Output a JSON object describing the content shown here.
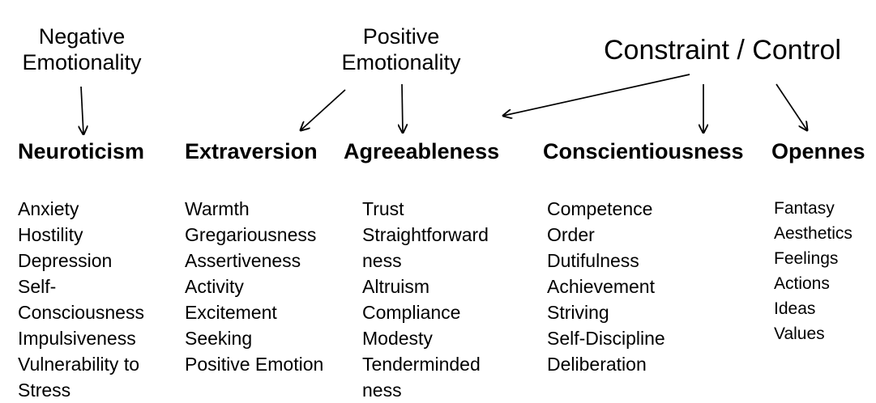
{
  "diagram": {
    "title": "Five Factor Model hierarchy",
    "background_color": "#ffffff",
    "text_color": "#000000"
  },
  "superfactors": [
    {
      "id": "negative-emotionality",
      "label": "Negative\nEmotionality"
    },
    {
      "id": "positive-emotionality",
      "label": "Positive\nEmotionality"
    },
    {
      "id": "constraint-control",
      "label": "Constraint / Control"
    }
  ],
  "domains": [
    {
      "id": "neuroticism",
      "header": "Neuroticism",
      "facets": [
        "Anxiety",
        "Hostility",
        "Depression",
        "Self-\nConsciousness",
        "Impulsiveness",
        "Vulnerability to\nStress"
      ]
    },
    {
      "id": "extraversion",
      "header": "Extraversion",
      "facets": [
        "Warmth",
        "Gregariousness",
        "Assertiveness",
        "Activity",
        "Excitement\nSeeking",
        "Positive Emotion"
      ]
    },
    {
      "id": "agreeableness",
      "header": "Agreeableness",
      "facets": [
        "Trust",
        "Straightforward\nness",
        "Altruism",
        "Compliance",
        "Modesty",
        "Tenderminded\nness"
      ]
    },
    {
      "id": "conscientiousness",
      "header": "Conscientiousness",
      "facets": [
        "Competence",
        "Order",
        "Dutifulness",
        "Achievement\nStriving",
        "Self-Discipline",
        "Deliberation"
      ]
    },
    {
      "id": "openness",
      "header": "Opennes",
      "facets": [
        "Fantasy",
        "Aesthetics",
        "Feelings",
        "Actions",
        "Ideas",
        "Values"
      ]
    }
  ],
  "arrows": [
    {
      "id": "arrow-negative-to-neuroticism",
      "from": "Negative Emotionality",
      "to": "Neuroticism"
    },
    {
      "id": "arrow-positive-to-extraversion",
      "from": "Positive Emotionality",
      "to": "Extraversion"
    },
    {
      "id": "arrow-positive-to-agreeableness",
      "from": "Positive Emotionality",
      "to": "Agreeableness"
    },
    {
      "id": "arrow-constraint-to-conscientiousness-left",
      "from": "Constraint / Control",
      "to": "Conscientiousness"
    },
    {
      "id": "arrow-constraint-to-conscientiousness",
      "from": "Constraint / Control",
      "to": "Conscientiousness"
    },
    {
      "id": "arrow-constraint-to-openness",
      "from": "Constraint / Control",
      "to": "Opennes"
    }
  ]
}
